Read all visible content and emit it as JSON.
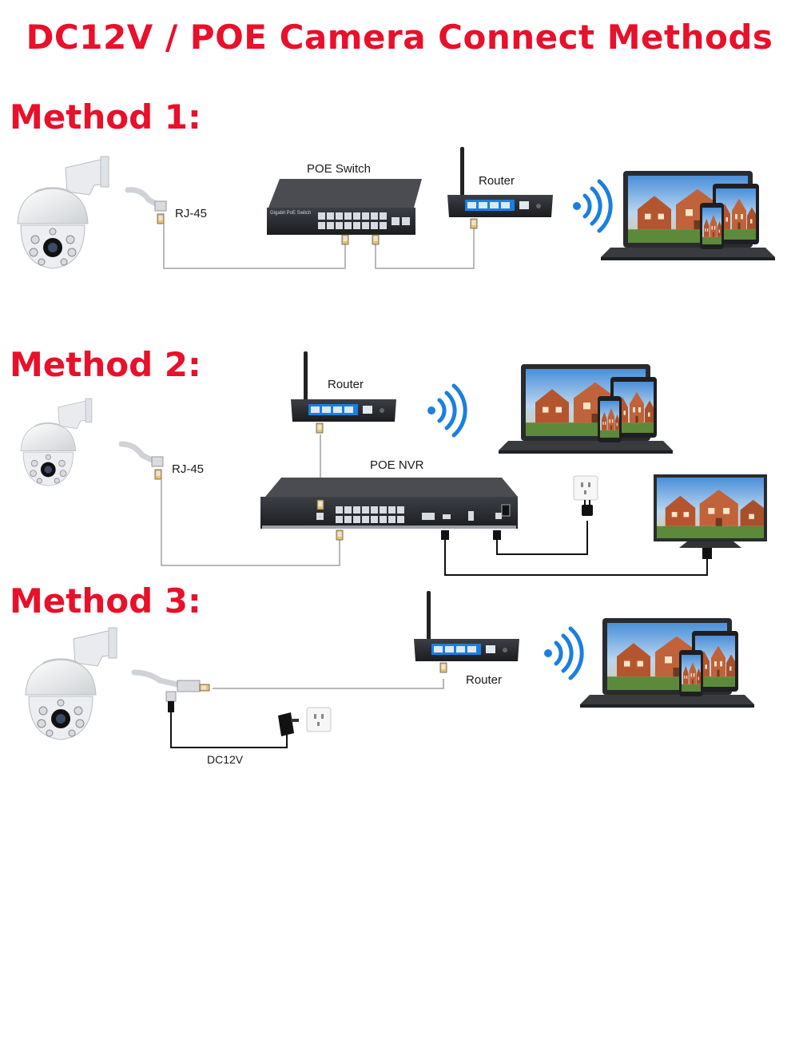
{
  "title": "DC12V / POE Camera Connect Methods",
  "methods": [
    {
      "heading": "Method 1:",
      "labels": {
        "rj45": "RJ-45",
        "switch": "POE Switch",
        "router": "Router",
        "switch_face": "Gigabit PoE Switch"
      }
    },
    {
      "heading": "Method 2:",
      "labels": {
        "router": "Router",
        "rj45": "RJ-45",
        "nvr": "POE NVR"
      }
    },
    {
      "heading": "Method 3:",
      "labels": {
        "router": "Router",
        "dc": "DC12V"
      }
    }
  ],
  "colors": {
    "heading_red": "#e8102a",
    "wifi_blue": "#1a7fe0",
    "cable_gray": "#b8b8b8",
    "cable_black": "#111111"
  }
}
